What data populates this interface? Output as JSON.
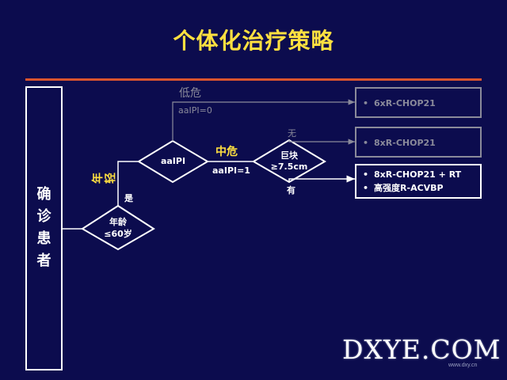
{
  "title": "个体化治疗策略",
  "patient_box": {
    "lines": [
      "确",
      "诊",
      "患",
      "者"
    ]
  },
  "age_node": {
    "line1": "年龄",
    "line2": "≤60岁"
  },
  "young_label": "年轻",
  "yes_label": "是",
  "aaipi_node": {
    "label": "aaIPI"
  },
  "low_risk": {
    "label": "低危",
    "condition": "aaIPI=0"
  },
  "mid_risk": {
    "label": "中危",
    "condition": "aaIPI=1"
  },
  "bulk_node": {
    "line1": "巨块",
    "line2": "≥7.5cm"
  },
  "no_label": "无",
  "has_label": "有",
  "options": {
    "low": [
      "6xR-CHOP21"
    ],
    "mid_no_bulk": [
      "8xR-CHOP21"
    ],
    "mid_bulk": [
      "8xR-CHOP21 + RT",
      "高强度R-ACVBP"
    ]
  },
  "watermark": {
    "brand": "DXYE.COM",
    "url": "www.dxy.cn"
  },
  "colors": {
    "background": "#0c0c4e",
    "title": "#ffe040",
    "rule": "#d9542e",
    "active": "#ffffff",
    "inactive": "#8a8a9a"
  }
}
